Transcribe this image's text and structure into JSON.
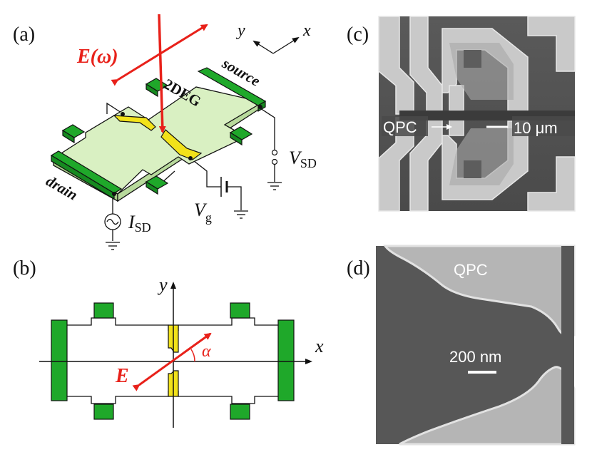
{
  "panels": {
    "a": {
      "label": "(a)",
      "field": "E(ω)",
      "axis_y": "y",
      "axis_x": "x",
      "source": "source",
      "drain": "drain",
      "twodeg": "2DEG",
      "vsd_main": "V",
      "vsd_sub": "SD",
      "isd_main": "I",
      "isd_sub": "SD",
      "vg_main": "V",
      "vg_sub": "g"
    },
    "b": {
      "label": "(b)",
      "axis_y": "y",
      "axis_x": "x",
      "angle": "α",
      "field": "E"
    },
    "c": {
      "label": "(c)",
      "qpc": "QPC",
      "scale": "10 μm"
    },
    "d": {
      "label": "(d)",
      "qpc": "QPC",
      "scale": "200 nm"
    }
  },
  "colors": {
    "contact_green": "#1fa82a",
    "mesa_green": "#d9f0c2",
    "gate_yellow": "#f2e21a",
    "arrow_red": "#e8211a"
  }
}
